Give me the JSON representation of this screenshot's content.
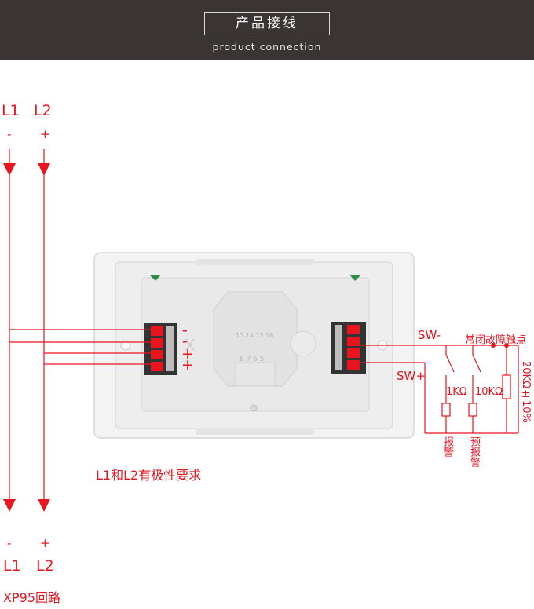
{
  "header": {
    "title": "产品接线",
    "subtitle": "product connection"
  },
  "top_labels": {
    "l1": "L1",
    "l2": "L2",
    "l1_sign": "-",
    "l2_sign": "+"
  },
  "bottom_labels": {
    "l1": "L1",
    "l2": "L2",
    "l1_sign": "-",
    "l2_sign": "+",
    "loop": "XP95回路"
  },
  "left_terminal_signs": [
    "-",
    "-",
    "+",
    "+"
  ],
  "module_text": {
    "terminal_numbers": "13 14 15 16",
    "lower_numbers": "8 7 6 5"
  },
  "right_circuit": {
    "sw_minus": "SW-",
    "sw_plus": "SW+",
    "nc_contact": "常闭故障触点",
    "r1": "1KΩ",
    "r2": "10KΩ",
    "end_resistor": "20KΩ±10%",
    "alarm": "报警",
    "pre_alarm": "预报警"
  },
  "note": "L1和L2有极性要求",
  "colors": {
    "wire": "#e8141e",
    "header_bg": "#3a3533",
    "module": "#ededed"
  }
}
